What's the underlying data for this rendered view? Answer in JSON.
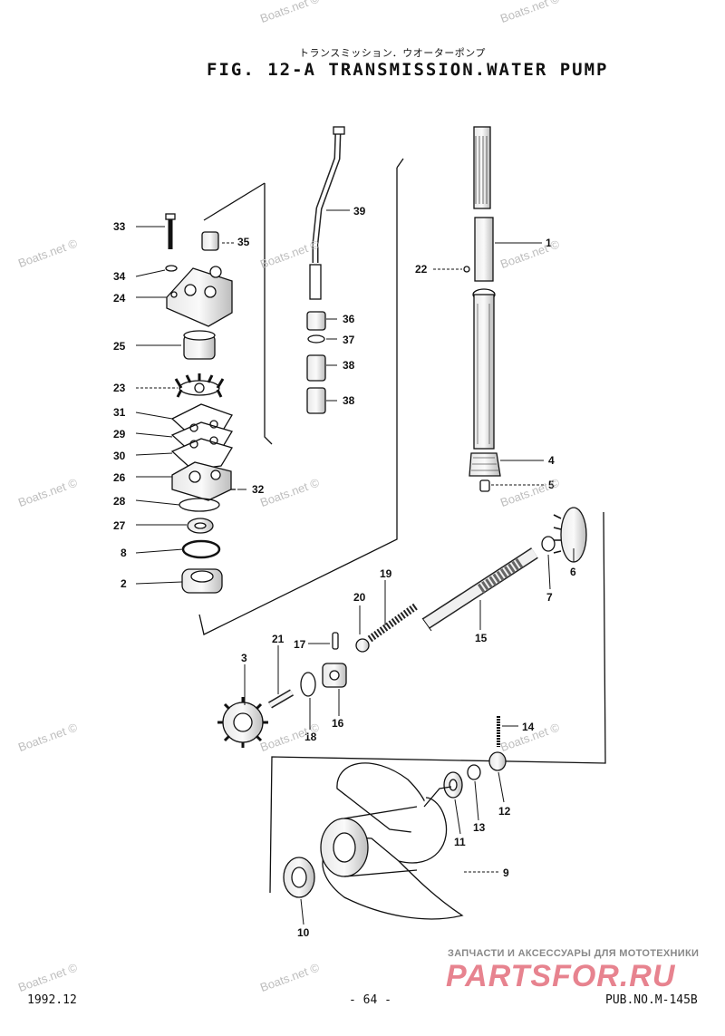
{
  "header": {
    "title_jp": "トランスミッション．ウオーターポンプ",
    "title": "FIG. 12-A TRANSMISSION.WATER PUMP"
  },
  "footer": {
    "date": "1992.12",
    "page": "- 64 -",
    "pub_no": "PUB.NO.M-145B"
  },
  "branding": {
    "subtitle": "ЗАПЧАСТИ И АКСЕССУАРЫ ДЛЯ МОТОТЕХНИКИ",
    "logo_text": "PARTSFOR.RU"
  },
  "watermark_text": "Boats.net ©",
  "part_numbers": [
    "33",
    "35",
    "34",
    "24",
    "25",
    "23",
    "31",
    "29",
    "30",
    "26",
    "32",
    "28",
    "27",
    "8",
    "2",
    "39",
    "36",
    "37",
    "38",
    "38",
    "1",
    "22",
    "4",
    "5",
    "6",
    "7",
    "15",
    "19",
    "20",
    "21",
    "17",
    "3",
    "18",
    "16",
    "14",
    "12",
    "13",
    "11",
    "9",
    "10"
  ]
}
